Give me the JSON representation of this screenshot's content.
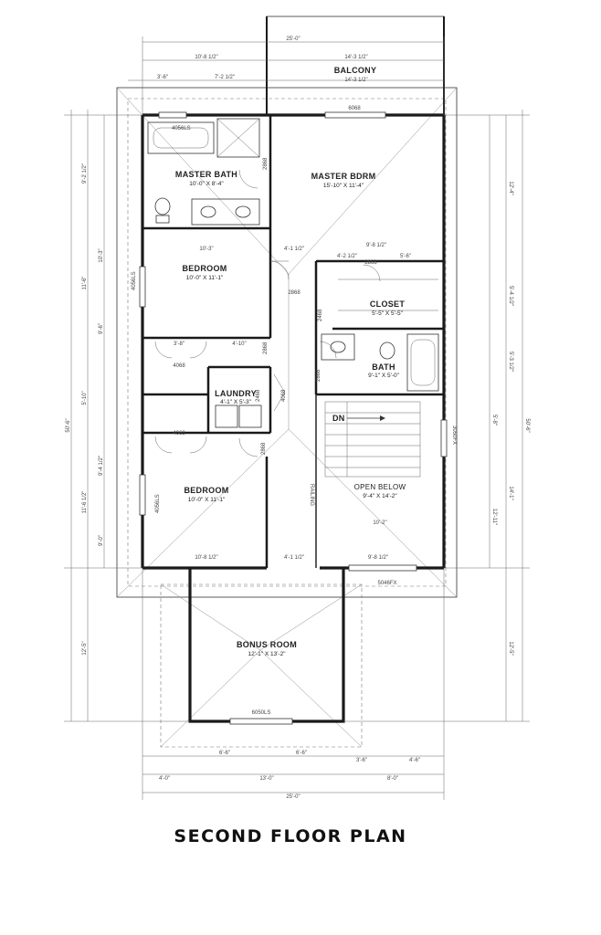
{
  "title": "SECOND FLOOR PLAN",
  "rooms": {
    "balcony": {
      "name": "BALCONY"
    },
    "master_bath": {
      "name": "MASTER BATH",
      "size": "10'-0\" X 8'-4\""
    },
    "master_bdrm": {
      "name": "MASTER BDRM",
      "size": "15'-10\" X 11'-4\""
    },
    "bedroom1": {
      "name": "BEDROOM",
      "size": "10'-0\" X 11'-1\""
    },
    "closet": {
      "name": "CLOSET",
      "size": "5'-5\" X 5'-5\""
    },
    "bath": {
      "name": "BATH",
      "size": "9'-1\" X 5'-0\""
    },
    "laundry": {
      "name": "LAUNDRY",
      "size": "4'-1\" X 5'-3\""
    },
    "bedroom2": {
      "name": "BEDROOM",
      "size": "10'-0\" X 11'-1\""
    },
    "open_below": {
      "name": "OPEN BELOW",
      "size": "9'-4\" X 14'-2\""
    },
    "bonus_room": {
      "name": "BONUS ROOM",
      "size": "12'-1\" X 13'-2\""
    }
  },
  "labels": {
    "dn": "DN",
    "railing": "RAILING",
    "w_4056": "4056LS",
    "w_6068": "6068",
    "w_4056_left": "4056LS",
    "w_4056_left2": "4056LS",
    "w_3050": "3050FX",
    "w_5046": "5046FX",
    "w_6050": "6050LS",
    "d_2868a": "2868",
    "d_2868b": "2868",
    "d_2868c": "2868",
    "d_2868d": "2868",
    "d_2868e": "2868",
    "d_2868f": "2868",
    "d_2468": "2468",
    "d_2468b": "2468",
    "d_4068a": "4068",
    "d_4068b": "4068",
    "d_4068c": "4068"
  },
  "dims": {
    "top_overall": "25'-0\"",
    "top_a": "10'-8 1/2\"",
    "top_b": "14'-3 1/2\"",
    "top_c": "3'-6\"",
    "top_d": "7'-2 1/2\"",
    "top_e": "14'-3 1/2\"",
    "left_overall": "50'-6\"",
    "left_a": "9'-2 1/2\"",
    "left_b": "11'-6\"",
    "left_c": "9'-6\"",
    "left_d": "5'-10\"",
    "left_e": "9'-4 1/2\"",
    "left_f": "11'-6 1/2\"",
    "left_g": "9'-0\"",
    "left_h": "12'-5\"",
    "right_overall": "50'-6\"",
    "right_a": "12'-4\"",
    "right_b": "5'-4 1/2\"",
    "right_c": "5'-3 1/2\"",
    "right_d": "5'-8\"",
    "right_e": "14'-1\"",
    "right_f": "12'-11\"",
    "right_g": "12'-5\"",
    "int_a": "10'-3\"",
    "int_b": "4'-1 1/2\"",
    "int_c": "9'-8 1/2\"",
    "int_d": "4'-2 1/2\"",
    "int_e": "5'-6\"",
    "int_f": "3'-8\"",
    "int_g": "4'-10\"",
    "int_h": "10'-8 1/2\"",
    "int_i": "4'-1 1/2\"",
    "int_j": "9'-8 1/2\"",
    "int_k": "10'-2\"",
    "bot_a": "6'-6\"",
    "bot_b": "6'-6\"",
    "bot_c": "3'-6\"",
    "bot_d": "4'-6\"",
    "bot_e": "4'-0\"",
    "bot_f": "13'-0\"",
    "bot_g": "8'-0\"",
    "bot_overall": "25'-0\""
  }
}
